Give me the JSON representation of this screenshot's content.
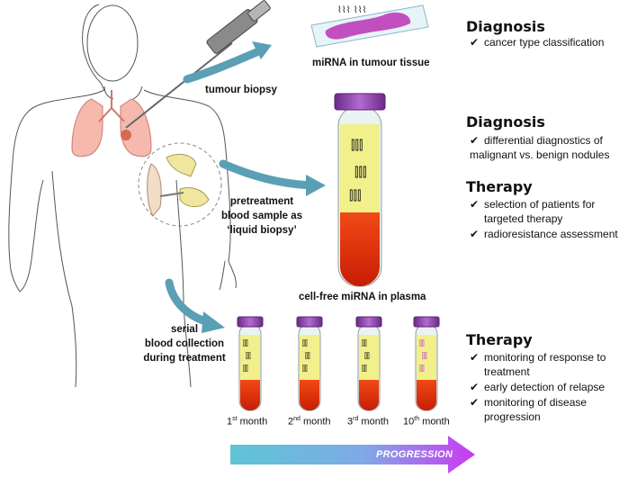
{
  "labels": {
    "tumour_biopsy": "tumour biopsy",
    "mirna_tissue": "miRNA in tumour tissue",
    "pretreatment_line1": "pretreatment",
    "pretreatment_line2": "blood sample as",
    "pretreatment_line3": "‘liquid biopsy’",
    "cell_free": "cell-free miRNA in plasma",
    "serial_line1": "serial",
    "serial_line2": "blood collection",
    "serial_line3": "during  treatment"
  },
  "months": [
    {
      "num": "1",
      "sup": "st",
      "word": " month"
    },
    {
      "num": "2",
      "sup": "nd",
      "word": " month"
    },
    {
      "num": "3",
      "sup": "rd",
      "word": " month"
    },
    {
      "num": "10",
      "sup": "th",
      "word": " month"
    }
  ],
  "progression": "PROGRESSION",
  "panels": {
    "diagnosis1": {
      "heading": "Diagnosis",
      "items": [
        "cancer type classification"
      ]
    },
    "diagnosis2": {
      "heading": "Diagnosis",
      "item1_line1": "differential diagnostics  of",
      "item1_line2": "malignant vs. benign nodules"
    },
    "therapy1": {
      "heading": "Therapy",
      "item1_line1": "selection of patients for",
      "item1_line2": "targeted therapy",
      "item2": "radioresistance assessment"
    },
    "therapy2": {
      "heading": "Therapy",
      "item1_line1": "monitoring of response to",
      "item1_line2": "treatment",
      "item2": "early detection of relapse",
      "item3_line1": "monitoring of disease",
      "item3_line2": "progression"
    }
  },
  "check_glyph": "✔",
  "colors": {
    "arrow": "#5b9fb5",
    "plasma": "#f2f08a",
    "blood": "#e8340c",
    "cap": "#8a3fa8",
    "progression_start": "#5ec5d6",
    "progression_end": "#cc38f2"
  }
}
